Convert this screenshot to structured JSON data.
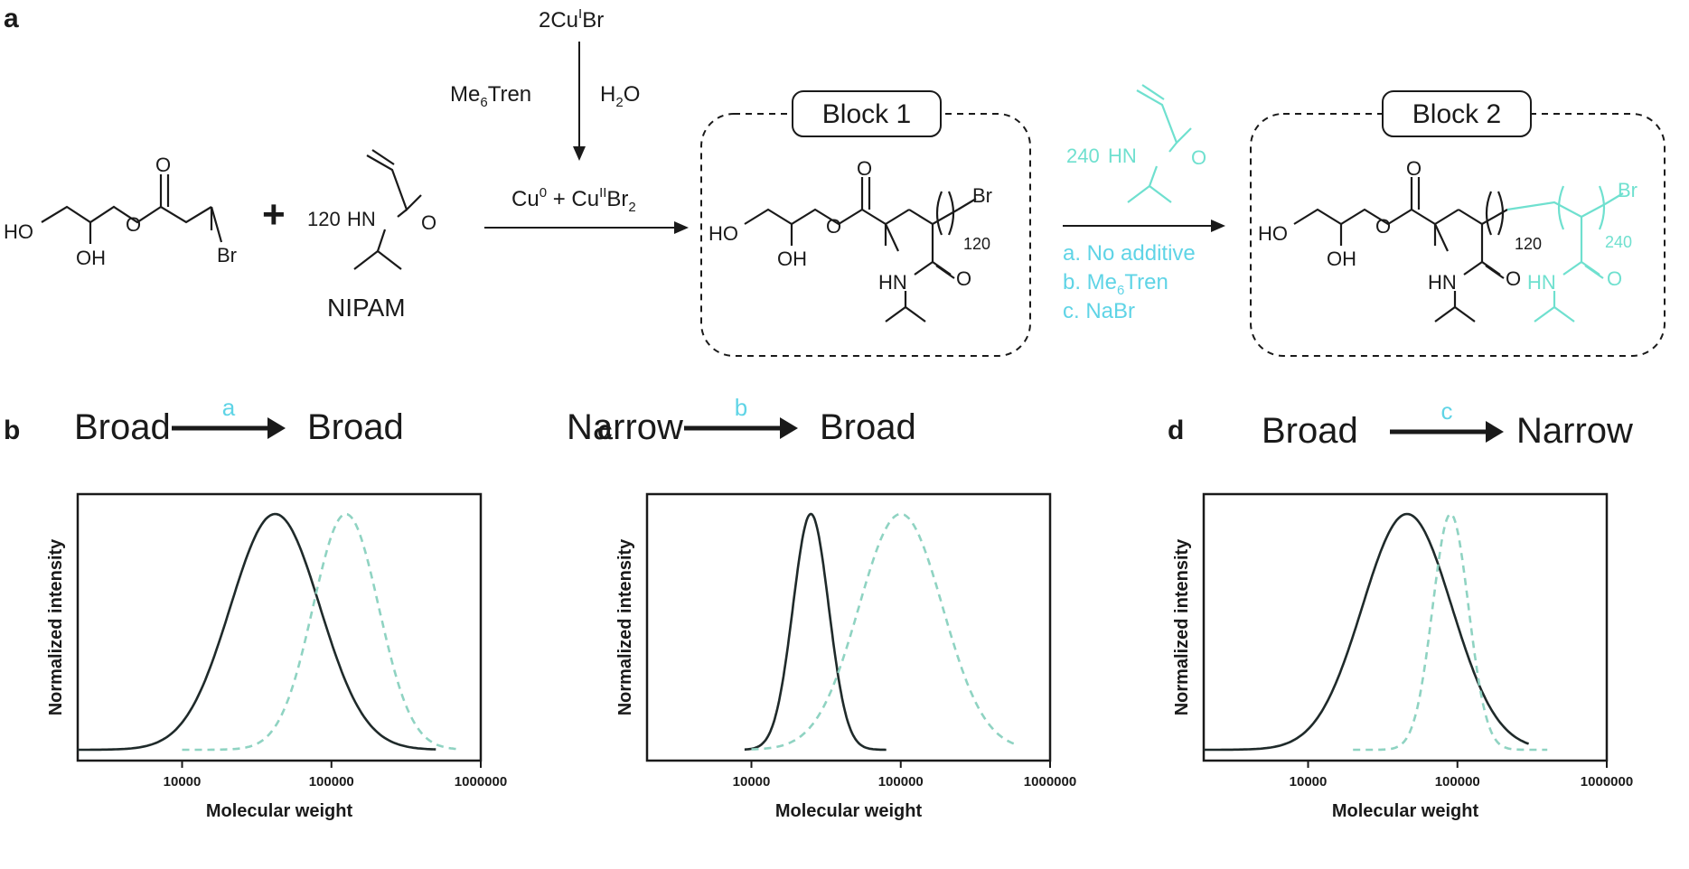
{
  "panel_a": {
    "label": "a",
    "reagent_top": "2Cu",
    "reagent_top_sup": "I",
    "reagent_top_tail": "Br",
    "ligand": "Me",
    "ligand_sub": "6",
    "ligand_tail": "Tren",
    "solvent": "H",
    "solvent_sub": "2",
    "solvent_tail": "O",
    "cu_product": "Cu",
    "cu_product_sup": "0",
    "cu_product_mid": " + Cu",
    "cu_product_sup2": "II",
    "cu_product_tail": "Br",
    "cu_product_sub": "2",
    "plus": "+",
    "nipam_count": "120",
    "nipam_label": "NIPAM",
    "block1_label": "Block 1",
    "block2_label": "Block 2",
    "monomer2_count": "240",
    "dp1": "120",
    "dp2": "240",
    "conditions": [
      "a. No additive",
      "b. Me",
      "c. NaBr"
    ],
    "condition_b_sub": "6",
    "condition_b_tail": "Tren",
    "atoms": {
      "ho": "HO",
      "oh": "OH",
      "o": "O",
      "br": "Br",
      "hn": "HN"
    }
  },
  "panels": [
    {
      "letter": "b",
      "left_word": "Broad",
      "arrow_label": "a",
      "right_word": "Broad"
    },
    {
      "letter": "c",
      "left_word": "Narrow",
      "arrow_label": "b",
      "right_word": "Broad"
    },
    {
      "letter": "d",
      "left_word": "Broad",
      "arrow_label": "c",
      "right_word": "Narrow"
    }
  ],
  "colors": {
    "black_curve": "#1f2a2a",
    "dashed_curve": "#8fd3c2",
    "cyan_text": "#5fd4e6",
    "highlight_struct": "#6fe0cf"
  },
  "chart_data": [
    {
      "type": "line",
      "xlabel": "Molecular weight",
      "ylabel": "Normalized intensity",
      "xscale": "log",
      "xlim": [
        2000,
        1000000
      ],
      "xticks": [
        "10000",
        "100000",
        "1000000"
      ],
      "series": [
        {
          "style": "solid",
          "peak": 42000,
          "sigma": 0.3,
          "xmin": 2000,
          "xmax": 500000
        },
        {
          "style": "dashed",
          "peak": 125000,
          "sigma": 0.22,
          "xmin": 10000,
          "xmax": 700000
        }
      ]
    },
    {
      "type": "line",
      "xlabel": "Molecular weight",
      "ylabel": "Normalized intensity",
      "xscale": "log",
      "xlim": [
        2000,
        1000000
      ],
      "xticks": [
        "10000",
        "100000",
        "1000000"
      ],
      "series": [
        {
          "style": "solid",
          "peak": 25000,
          "sigma": 0.12,
          "xmin": 9000,
          "xmax": 80000
        },
        {
          "style": "dashed",
          "peak": 100000,
          "sigma": 0.28,
          "xmin": 10000,
          "xmax": 600000
        }
      ]
    },
    {
      "type": "line",
      "xlabel": "Molecular weight",
      "ylabel": "Normalized intensity",
      "xscale": "log",
      "xlim": [
        2000,
        1000000
      ],
      "xticks": [
        "10000",
        "100000",
        "1000000"
      ],
      "series": [
        {
          "style": "solid",
          "peak": 46000,
          "sigma": 0.3,
          "xmin": 2000,
          "xmax": 300000
        },
        {
          "style": "dashed",
          "peak": 90000,
          "sigma": 0.12,
          "xmin": 20000,
          "xmax": 400000
        }
      ]
    }
  ]
}
